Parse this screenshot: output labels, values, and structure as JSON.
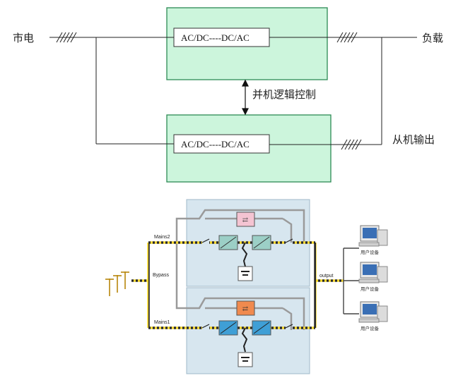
{
  "top_diagram": {
    "mains_label": "市电",
    "load_label": "负载",
    "parallel_control_label": "并机逻辑控制",
    "slave_output_label": "从机输出",
    "master_box_label": "AC/DC----DC/AC",
    "slave_box_label": "AC/DC----DC/AC",
    "colors": {
      "box_fill": "#ccf5dc",
      "box_border": "#2c8a54"
    }
  },
  "bottom_diagram": {
    "mains2_label": "Mains2",
    "bypass_label": "Bypass",
    "mains1_label": "Mains1",
    "output_label": "output",
    "device_labels": [
      "用户设备",
      "用户设备",
      "用户设备"
    ],
    "colors": {
      "panel_fill": "#d7e6ef",
      "bus_yellow": "#f4d52a",
      "inverter_blue": "#3f9fd6",
      "static_switch_top": "#f4c4d2",
      "static_switch_bottom": "#f08a4e"
    }
  }
}
